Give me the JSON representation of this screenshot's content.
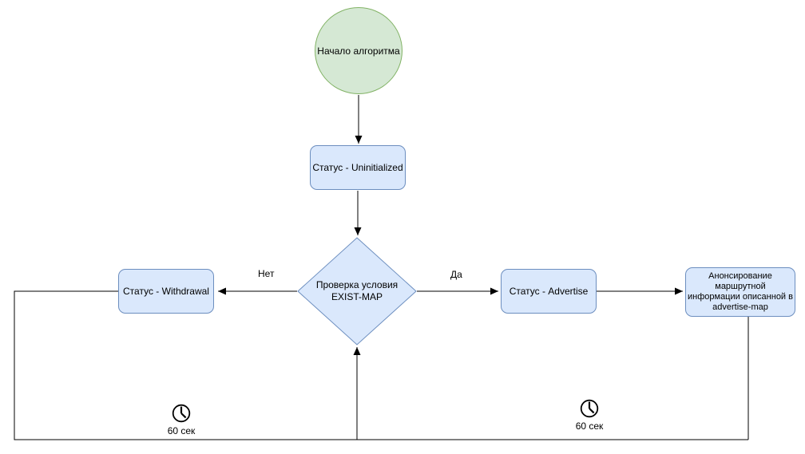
{
  "flowchart": {
    "start_label": "Начало алгоритма",
    "status_uninitialized": "Статус - Uninitialized",
    "decision": "Проверка условия EXIST-MAP",
    "status_withdrawal": "Статус - Withdrawal",
    "status_advertise": "Статус - Advertise",
    "advertise_map": "Анонсирование маршрутной информации описанной в advertise-map",
    "label_no": "Нет",
    "label_yes": "Да",
    "timer_left": "60 сек",
    "timer_right": "60 сек"
  },
  "icons": {
    "timer_left_icon": "clock-icon",
    "timer_right_icon": "clock-icon"
  },
  "colors": {
    "background": "#ffffff",
    "start_fill": "#d5e8d4",
    "start_stroke": "#82b366",
    "node_fill": "#dae8fc",
    "node_stroke": "#6c8ebf",
    "connector": "#000000",
    "text": "#000000"
  }
}
